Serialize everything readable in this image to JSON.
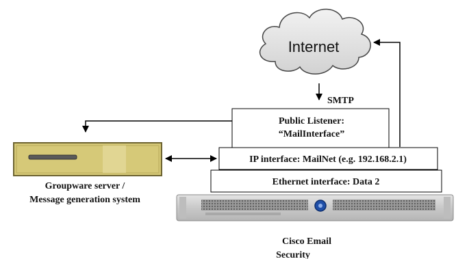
{
  "diagram": {
    "internet": {
      "label": "Internet"
    },
    "smtp": {
      "label": "SMTP"
    },
    "listener": {
      "line1": "Public Listener:",
      "line2": "“MailInterface”"
    },
    "ip_interface": {
      "label": "IP interface: MailNet (e.g. 192.168.2.1)"
    },
    "ethernet_interface": {
      "label": "Ethernet interface: Data 2"
    },
    "groupware": {
      "line1": "Groupware server /",
      "line2": "Message generation system"
    },
    "appliance": {
      "line1": "Cisco Email",
      "line2": "Security"
    }
  },
  "colors": {
    "server_fill": "#d6c978",
    "server_border": "#6b6230",
    "cloud_fill": "#e2e2e2",
    "appliance_fill": "#cfcfcf",
    "appliance_button": "#1f4fa8",
    "line": "#000000"
  }
}
